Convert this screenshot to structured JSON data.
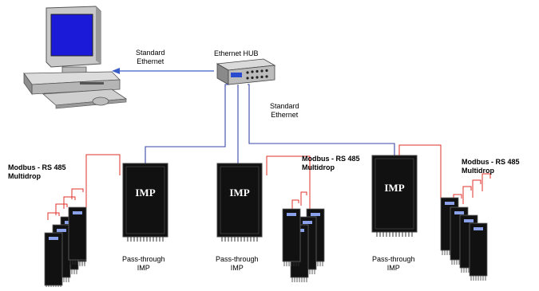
{
  "labels": {
    "standard_ethernet_left_1": "Standard",
    "standard_ethernet_left_2": "Ethernet",
    "ethernet_hub": "Ethernet HUB",
    "standard_ethernet_right_1": "Standard",
    "standard_ethernet_right_2": "Ethernet",
    "modbus_1": "Modbus - RS 485",
    "multidrop_1": "Multidrop",
    "modbus_2": "Modbus - RS 485",
    "multidrop_2": "Multidrop",
    "modbus_3": "Modbus - RS 485",
    "multidrop_3": "Multidrop",
    "passthrough_1a": "Pass-through",
    "passthrough_1b": "IMP",
    "passthrough_2a": "Pass-through",
    "passthrough_2b": "IMP",
    "passthrough_3a": "Pass-through",
    "passthrough_3b": "IMP"
  },
  "imp_device": {
    "label": "IMP"
  },
  "colors": {
    "ethernet_line": "#3a46a8",
    "rs485_line": "#e0302a",
    "device_body": "#111111",
    "arrow": "#3a60c8"
  }
}
